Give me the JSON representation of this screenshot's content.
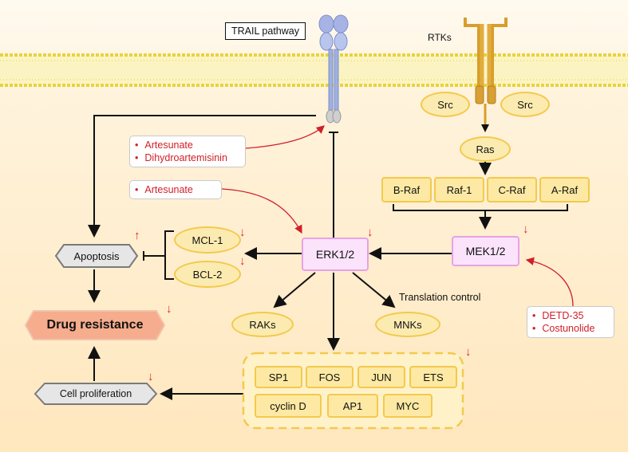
{
  "membrane": {
    "label_trail": "TRAIL pathway",
    "label_rtks": "RTKs"
  },
  "nodes": {
    "src_left": "Src",
    "src_right": "Src",
    "ras": "Ras",
    "b_raf": "B-Raf",
    "raf_1": "Raf-1",
    "c_raf": "C-Raf",
    "a_raf": "A-Raf",
    "mek": "MEK1/2",
    "erk": "ERK1/2",
    "mcl1": "MCL-1",
    "bcl2": "BCL-2",
    "apoptosis": "Apoptosis",
    "drug_resistance": "Drug resistance",
    "cell_proliferation": "Cell proliferation",
    "raks": "RAKs",
    "mnks": "MNKs",
    "translation_control": "Translation control",
    "sp1": "SP1",
    "fos": "FOS",
    "jun": "JUN",
    "ets": "ETS",
    "cyclin_d": "cyclin D",
    "ap1": "AP1",
    "myc": "MYC"
  },
  "drug_boxes": {
    "trail_drugs": [
      "Artesunate",
      "Dihydroartemisinin"
    ],
    "erk_drugs": [
      "Artesunate"
    ],
    "mek_drugs": [
      "DETD-35",
      "Costunolide"
    ]
  },
  "indicators": {
    "down": "↓",
    "up": "↑",
    "colors": {
      "indicator": "#e0262b",
      "drug_text": "#d0202a",
      "yellow_border": "#f3c94e",
      "pink_border": "#e6a3e6"
    }
  }
}
